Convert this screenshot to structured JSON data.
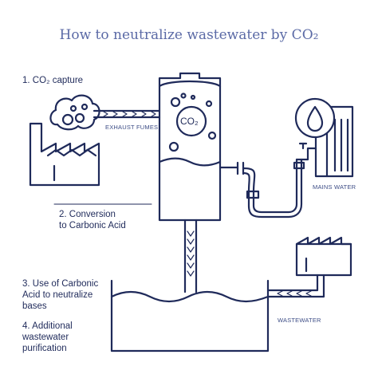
{
  "title": "How to neutralize wastewater by CO₂",
  "steps": {
    "step1": "1. CO₂ capture",
    "step2": "2. Conversion\nto Carbonic Acid",
    "step3": "3. Use of Carbonic\nAcid to neutralize\nbases",
    "step4": "4. Additional\nwastewater\npurification"
  },
  "captions": {
    "exhaust": "EXHAUST FUMES",
    "mains": "MAINS WATER",
    "wastewater": "WASTEWATER"
  },
  "tank_label": "CO₂",
  "colors": {
    "line": "#1f2a5a",
    "title": "#5b6aa6",
    "caption": "#3d4d86"
  }
}
